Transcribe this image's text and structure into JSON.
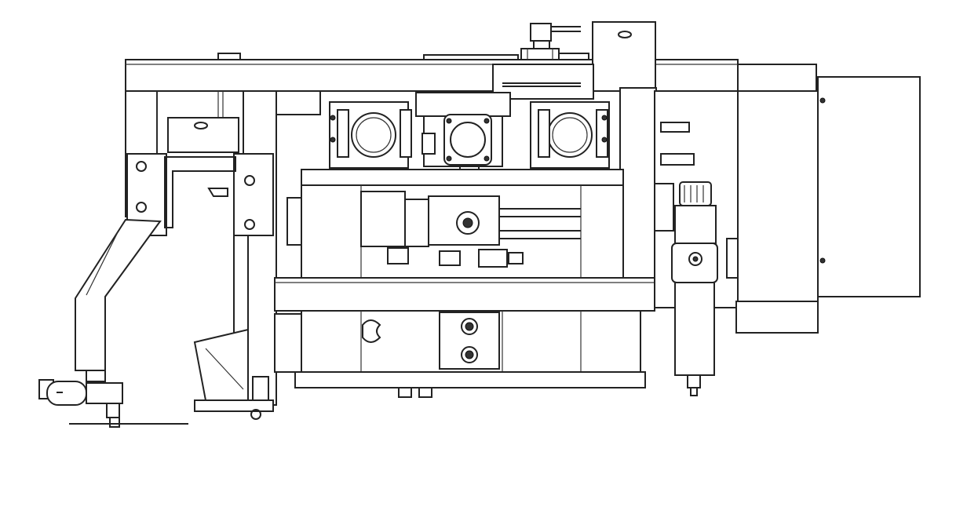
{
  "drawing": {
    "kind": "mechanical-line-drawing",
    "view": "side elevation",
    "colors": {
      "line": "#222222",
      "paper": "#ffffff"
    },
    "components": [
      "top-frame-beam",
      "solenoid-valve-connector",
      "rotary-actuator-center",
      "cylinder-clamp-left",
      "cylinder-clamp-right",
      "slide-guide-block",
      "linear-actuator",
      "sensor-block-lower",
      "left-mounting-bracket",
      "angled-arm",
      "suction-cup-assembly",
      "filter-regulator-unit",
      "right-base-plate",
      "bottom-base-plate"
    ],
    "texts": []
  }
}
